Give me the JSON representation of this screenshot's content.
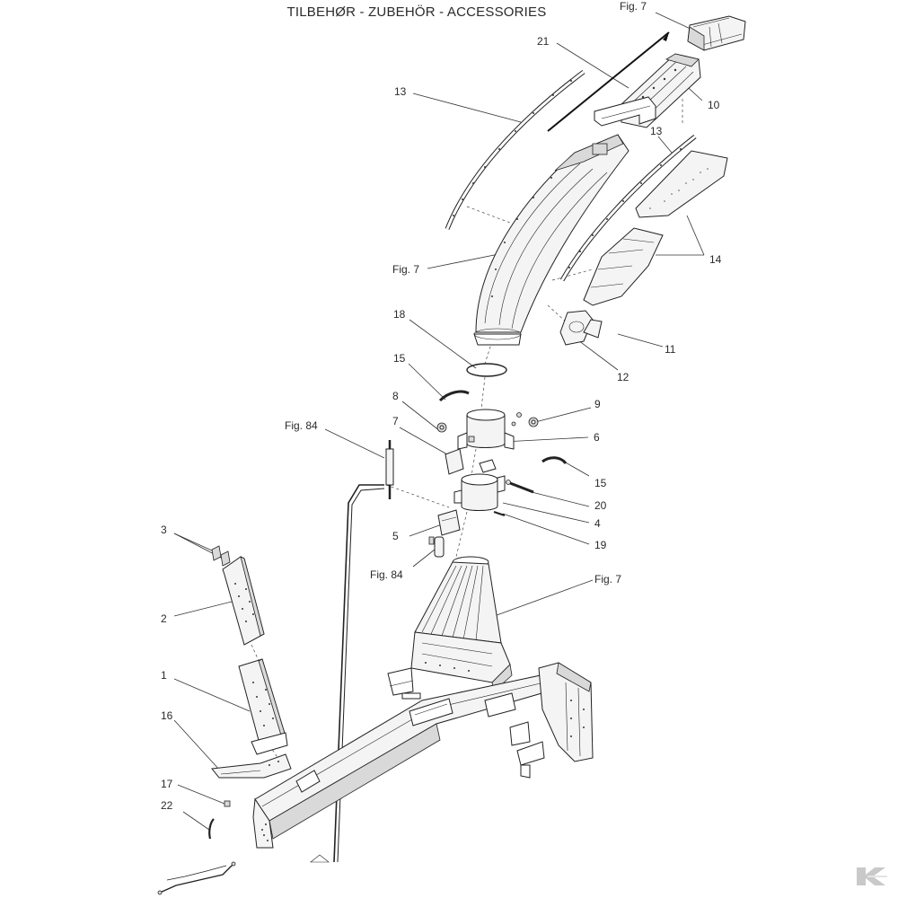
{
  "title": "TILBEHØR - ZUBEHÖR - ACCESSORIES",
  "callouts": {
    "fig7_top": "Fig. 7",
    "n21": "21",
    "n13_left": "13",
    "n10": "10",
    "n13_right": "13",
    "fig7_spout": "Fig. 7",
    "n14": "14",
    "n18": "18",
    "n11": "11",
    "n12": "12",
    "n15_left": "15",
    "n8": "8",
    "n9": "9",
    "n7": "7",
    "n6": "6",
    "fig84_top": "Fig. 84",
    "n15_right": "15",
    "n20": "20",
    "n4": "4",
    "n5": "5",
    "n19": "19",
    "fig84_mid": "Fig. 84",
    "fig7_mid": "Fig. 7",
    "n3": "3",
    "n2": "2",
    "n1": "1",
    "n16": "16",
    "n17": "17",
    "n22": "22"
  },
  "logo_icon": "kramp-logo-icon",
  "colors": {
    "line": "#222222",
    "fill": "#f4f4f4",
    "shade": "#d9d9d9"
  }
}
